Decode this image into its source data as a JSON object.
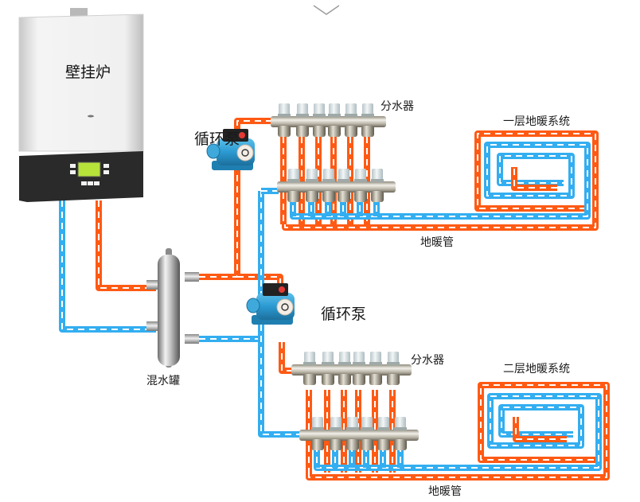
{
  "diagram": {
    "title_hint": "expand-chevron",
    "colors": {
      "hot_pipe": "#ff5a14",
      "cold_pipe": "#33aef0",
      "dash": "#ffffff",
      "pump_body": "#2f9fd6",
      "manifold": "#c9c6bd",
      "valve_cap": "#d9e3e6",
      "boiler_body": "#eeeeee",
      "boiler_panel": "#2a2a2a",
      "display": "#b6e23a"
    },
    "labels": {
      "boiler": "壁挂炉",
      "pump_1": "循环泵",
      "pump_2": "循环泵",
      "manifold_1": "分水器",
      "manifold_2": "分水器",
      "mixing_tank": "混水罐",
      "floor_pipe_1": "地暖管",
      "floor_pipe_2": "地暖管",
      "system_1": "一层地暖系统",
      "system_2": "二层地暖系统"
    },
    "components": [
      {
        "id": "boiler",
        "type": "wall-hung boiler"
      },
      {
        "id": "mixing_tank",
        "type": "hydraulic separator"
      },
      {
        "id": "pump_1",
        "type": "circulation pump",
        "floor": 1
      },
      {
        "id": "pump_2",
        "type": "circulation pump",
        "floor": 2
      },
      {
        "id": "manifold_1",
        "type": "water distributor",
        "floor": 1,
        "valves_supply": 6,
        "valves_return": 6
      },
      {
        "id": "manifold_2",
        "type": "water distributor",
        "floor": 2,
        "valves_supply": 6,
        "valves_return": 6
      },
      {
        "id": "system_1",
        "type": "floor heating loop",
        "floor": 1
      },
      {
        "id": "system_2",
        "type": "floor heating loop",
        "floor": 2
      }
    ],
    "connections": [
      {
        "from": "boiler",
        "to": "mixing_tank",
        "medium": "hot"
      },
      {
        "from": "mixing_tank",
        "to": "boiler",
        "medium": "cold"
      },
      {
        "from": "mixing_tank",
        "to": "pump_1",
        "medium": "hot"
      },
      {
        "from": "mixing_tank",
        "to": "pump_2",
        "medium": "hot"
      },
      {
        "from": "pump_1",
        "to": "manifold_1",
        "medium": "hot"
      },
      {
        "from": "pump_2",
        "to": "manifold_2",
        "medium": "hot"
      },
      {
        "from": "manifold_1",
        "to": "system_1",
        "medium": "hot"
      },
      {
        "from": "system_1",
        "to": "manifold_1",
        "medium": "cold"
      },
      {
        "from": "manifold_2",
        "to": "system_2",
        "medium": "hot"
      },
      {
        "from": "system_2",
        "to": "manifold_2",
        "medium": "cold"
      },
      {
        "from": "manifold_1",
        "to": "mixing_tank",
        "medium": "cold"
      },
      {
        "from": "manifold_2",
        "to": "mixing_tank",
        "medium": "cold"
      }
    ]
  }
}
